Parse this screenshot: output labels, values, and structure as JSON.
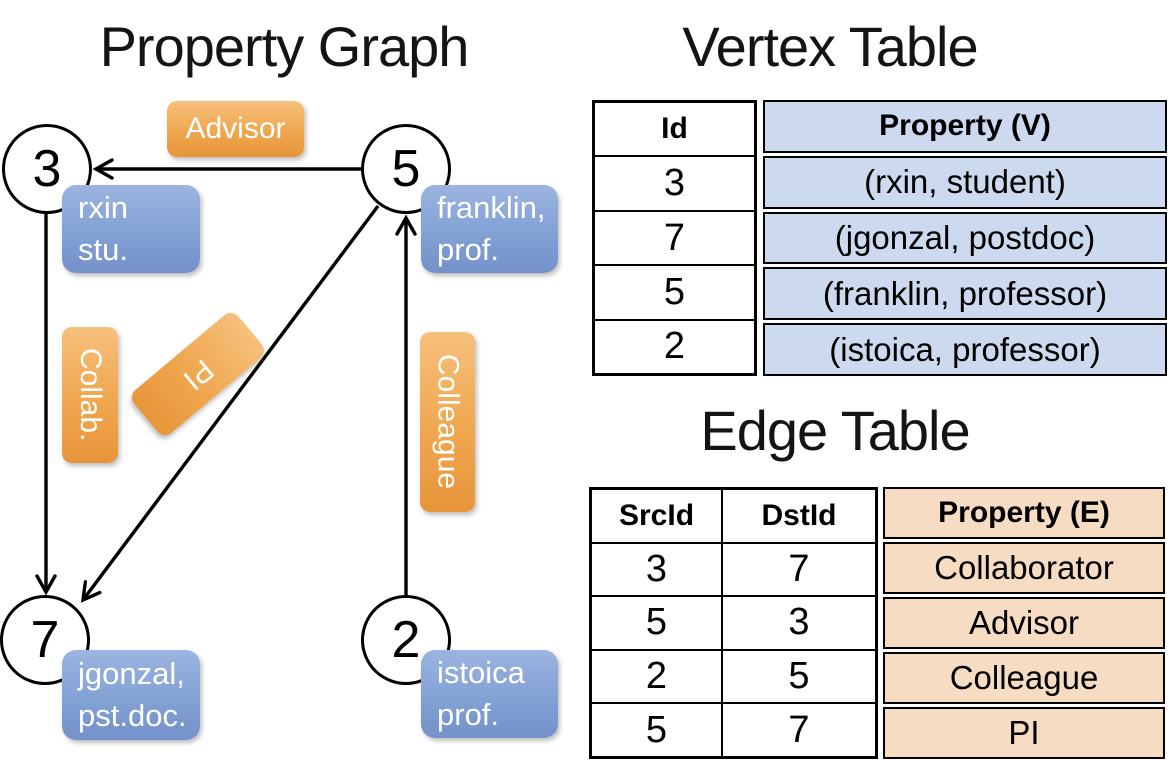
{
  "graph": {
    "title": "Property Graph",
    "nodes": [
      {
        "id": "3",
        "line1": "rxin",
        "line2": "stu."
      },
      {
        "id": "5",
        "line1": "franklin,",
        "line2": "prof."
      },
      {
        "id": "7",
        "line1": "jgonzal,",
        "line2": "pst.doc."
      },
      {
        "id": "2",
        "line1": "istoica",
        "line2": "prof."
      }
    ],
    "edge_labels": [
      "Advisor",
      "Collab.",
      "PI",
      "Colleague"
    ]
  },
  "vertex_table": {
    "title": "Vertex Table",
    "columns": [
      "Id",
      "Property (V)"
    ],
    "rows": [
      [
        "3",
        "(rxin, student)"
      ],
      [
        "7",
        "(jgonzal, postdoc)"
      ],
      [
        "5",
        "(franklin, professor)"
      ],
      [
        "2",
        "(istoica, professor)"
      ]
    ]
  },
  "edge_table": {
    "title": "Edge Table",
    "columns": [
      "SrcId",
      "DstId",
      "Property (E)"
    ],
    "rows": [
      [
        "3",
        "7",
        "Collaborator"
      ],
      [
        "5",
        "3",
        "Advisor"
      ],
      [
        "2",
        "5",
        "Colleague"
      ],
      [
        "5",
        "7",
        "PI"
      ]
    ]
  },
  "colors": {
    "edge_label_orange_top": "#f6c07c",
    "edge_label_orange_bottom": "#e8953a",
    "vertex_box_blue_top": "#9cb4e1",
    "vertex_box_blue_bottom": "#7491ca",
    "vertex_table_fill": "#cdd9ee",
    "edge_table_fill": "#f5dcc2",
    "line_color": "#000000",
    "label_text": "#ffffff"
  }
}
